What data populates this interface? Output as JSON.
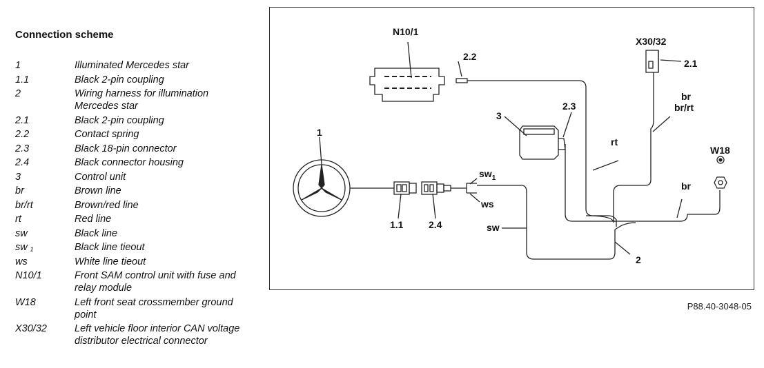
{
  "legend": {
    "title": "Connection scheme",
    "items": [
      {
        "code": "1",
        "desc": "Illuminated Mercedes star"
      },
      {
        "code": "1.1",
        "desc": "Black 2-pin coupling"
      },
      {
        "code": "2",
        "desc": "Wiring harness for illumination Mercedes star"
      },
      {
        "code": "2.1",
        "desc": "Black 2-pin coupling"
      },
      {
        "code": "2.2",
        "desc": "Contact spring"
      },
      {
        "code": "2.3",
        "desc": "Black 18-pin connector"
      },
      {
        "code": "2.4",
        "desc": "Black connector housing"
      },
      {
        "code": "3",
        "desc": "Control unit"
      },
      {
        "code": "br",
        "desc": "Brown line"
      },
      {
        "code": "br/rt",
        "desc": "Brown/red line"
      },
      {
        "code": "rt",
        "desc": "Red line"
      },
      {
        "code": "sw",
        "desc": "Black line"
      },
      {
        "code": "sw ₁",
        "desc": "Black line tieout"
      },
      {
        "code": "ws",
        "desc": "White line tieout"
      },
      {
        "code": "N10/1",
        "desc": "Front SAM control unit with fuse and relay module"
      },
      {
        "code": "W18",
        "desc": "Left front seat crossmember ground point"
      },
      {
        "code": "X30/32",
        "desc": "Left vehicle floor interior CAN voltage distributor electrical connector"
      }
    ]
  },
  "diagram": {
    "labels": {
      "n10_1": "N10/1",
      "x30_32": "X30/32",
      "w18": "W18",
      "c1": "1",
      "c1_1": "1.1",
      "c2": "2",
      "c2_1": "2.1",
      "c2_2": "2.2",
      "c2_3": "2.3",
      "c2_4": "2.4",
      "c3": "3",
      "rt": "rt",
      "br_top": "br",
      "br_rt": "br/rt",
      "br_right": "br",
      "sw_main": "sw",
      "sw1": "sw",
      "sw1_sub": "1",
      "ws": "ws"
    }
  },
  "reference": "P88.40-3048-05"
}
